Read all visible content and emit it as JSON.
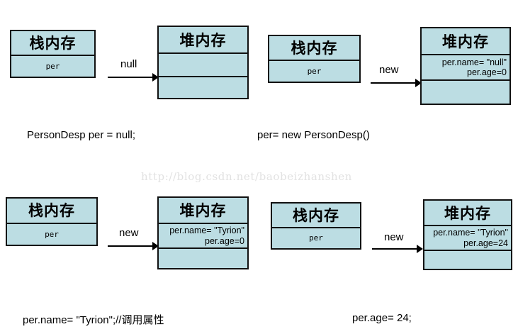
{
  "diagram": {
    "watermark": "http://blog.csdn.net/baobeizhanshen",
    "labels": {
      "stack": "栈内存",
      "heap": "堆内存",
      "variable": "per"
    },
    "steps": [
      {
        "id": "step-1",
        "caption": "PersonDesp per = null;",
        "stack": {
          "title": "栈内存",
          "variable": "per"
        },
        "arrow": {
          "label": "null"
        },
        "heap": {
          "title": "堆内存",
          "field_name": "",
          "field_age": ""
        }
      },
      {
        "id": "step-2",
        "caption": "per= new PersonDesp()",
        "stack": {
          "title": "栈内存",
          "variable": "per"
        },
        "arrow": {
          "label": "new"
        },
        "heap": {
          "title": "堆内存",
          "field_name": "per.name= \"null\"",
          "field_age": "per.age=0"
        }
      },
      {
        "id": "step-3",
        "caption": "per.name= \"Tyrion\";//调用属性",
        "stack": {
          "title": "栈内存",
          "variable": "per"
        },
        "arrow": {
          "label": "new"
        },
        "heap": {
          "title": "堆内存",
          "field_name": "per.name= \"Tyrion\"",
          "field_age": "per.age=0"
        }
      },
      {
        "id": "step-4",
        "caption": "per.age= 24;",
        "stack": {
          "title": "栈内存",
          "variable": "per"
        },
        "arrow": {
          "label": "new"
        },
        "heap": {
          "title": "堆内存",
          "field_name": "per.name= \"Tyrion\"",
          "field_age": "per.age=24"
        }
      }
    ],
    "colors": {
      "box_fill": "#bcdde3",
      "box_border": "#111111",
      "watermark_text": "#e2e2e2",
      "background": "#ffffff"
    }
  }
}
